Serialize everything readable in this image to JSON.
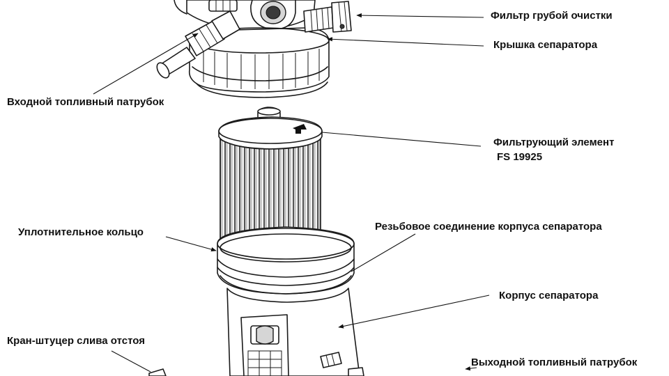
{
  "labels": {
    "coarse_filter": "Фильтр грубой очистки",
    "separator_cap": "Крышка сепаратора",
    "inlet_fuel_pipe": "Входной топливный патрубок",
    "filter_element_line1": "Фильтрующий элемент",
    "filter_element_line2": "FS 19925",
    "sealing_ring": "Уплотнительное кольцо",
    "thread_connection": "Резьбовое соединение корпуса сепаратора",
    "separator_housing": "Корпус сепаратора",
    "drain_valve": "Кран-штуцер слива отстоя",
    "outlet_fuel_pipe": "Выходной топливный патрубок"
  }
}
